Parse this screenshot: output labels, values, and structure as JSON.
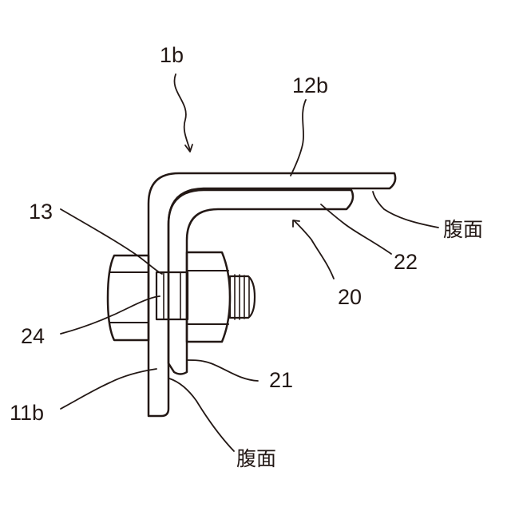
{
  "labels": {
    "assembly": "1b",
    "horizontal_flange": "12b",
    "hole": "13",
    "spacer": "24",
    "vertical_flange": "11b",
    "liner": "20",
    "liner_side": "21",
    "liner_top": "22",
    "web_face_right": "腹面",
    "web_face_bottom": "腹面"
  },
  "colors": {
    "line": "#231815",
    "background": "#ffffff"
  }
}
